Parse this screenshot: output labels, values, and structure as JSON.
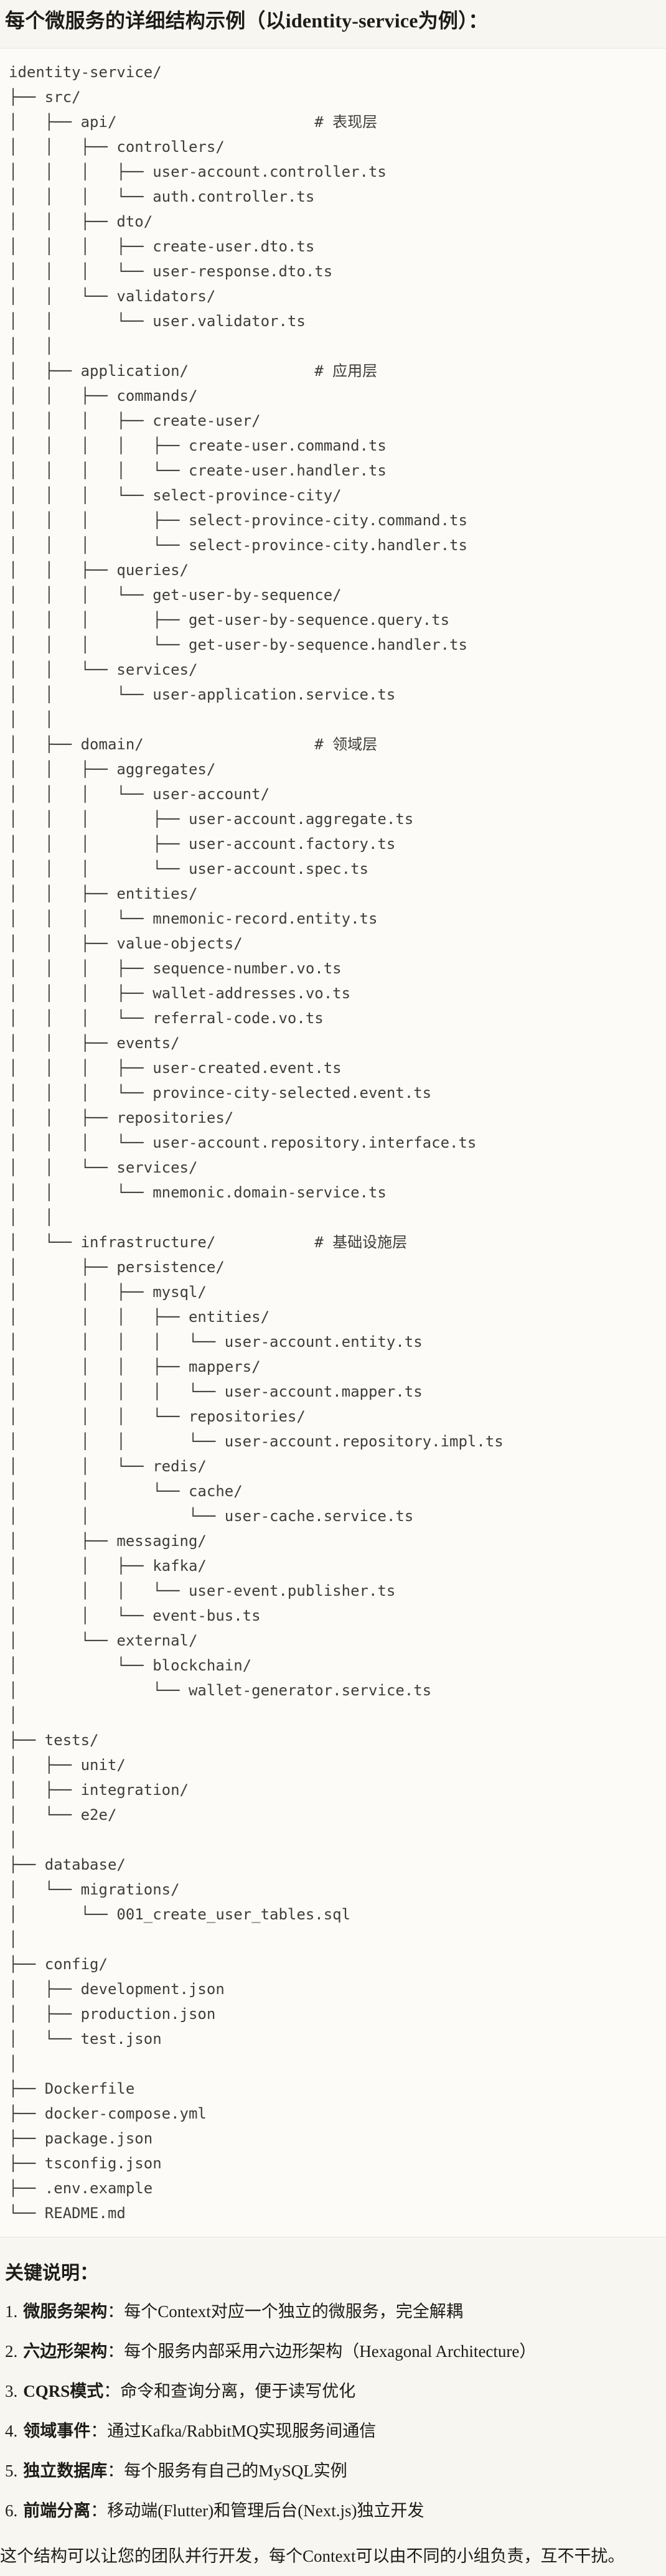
{
  "title": "每个微服务的详细结构示例（以identity-service为例）：",
  "tree": {
    "lines": [
      "identity-service/",
      "├── src/",
      "│   ├── api/                      # 表现层",
      "│   │   ├── controllers/",
      "│   │   │   ├── user-account.controller.ts",
      "│   │   │   └── auth.controller.ts",
      "│   │   ├── dto/",
      "│   │   │   ├── create-user.dto.ts",
      "│   │   │   └── user-response.dto.ts",
      "│   │   └── validators/",
      "│   │       └── user.validator.ts",
      "│   │",
      "│   ├── application/              # 应用层",
      "│   │   ├── commands/",
      "│   │   │   ├── create-user/",
      "│   │   │   │   ├── create-user.command.ts",
      "│   │   │   │   └── create-user.handler.ts",
      "│   │   │   └── select-province-city/",
      "│   │   │       ├── select-province-city.command.ts",
      "│   │   │       └── select-province-city.handler.ts",
      "│   │   ├── queries/",
      "│   │   │   └── get-user-by-sequence/",
      "│   │   │       ├── get-user-by-sequence.query.ts",
      "│   │   │       └── get-user-by-sequence.handler.ts",
      "│   │   └── services/",
      "│   │       └── user-application.service.ts",
      "│   │",
      "│   ├── domain/                   # 领域层",
      "│   │   ├── aggregates/",
      "│   │   │   └── user-account/",
      "│   │   │       ├── user-account.aggregate.ts",
      "│   │   │       ├── user-account.factory.ts",
      "│   │   │       └── user-account.spec.ts",
      "│   │   ├── entities/",
      "│   │   │   └── mnemonic-record.entity.ts",
      "│   │   ├── value-objects/",
      "│   │   │   ├── sequence-number.vo.ts",
      "│   │   │   ├── wallet-addresses.vo.ts",
      "│   │   │   └── referral-code.vo.ts",
      "│   │   ├── events/",
      "│   │   │   ├── user-created.event.ts",
      "│   │   │   └── province-city-selected.event.ts",
      "│   │   ├── repositories/",
      "│   │   │   └── user-account.repository.interface.ts",
      "│   │   └── services/",
      "│   │       └── mnemonic.domain-service.ts",
      "│   │",
      "│   └── infrastructure/           # 基础设施层",
      "│       ├── persistence/",
      "│       │   ├── mysql/",
      "│       │   │   ├── entities/",
      "│       │   │   │   └── user-account.entity.ts",
      "│       │   │   ├── mappers/",
      "│       │   │   │   └── user-account.mapper.ts",
      "│       │   │   └── repositories/",
      "│       │   │       └── user-account.repository.impl.ts",
      "│       │   └── redis/",
      "│       │       └── cache/",
      "│       │           └── user-cache.service.ts",
      "│       ├── messaging/",
      "│       │   ├── kafka/",
      "│       │   │   └── user-event.publisher.ts",
      "│       │   └── event-bus.ts",
      "│       └── external/",
      "│           └── blockchain/",
      "│               └── wallet-generator.service.ts",
      "│",
      "├── tests/",
      "│   ├── unit/",
      "│   ├── integration/",
      "│   └── e2e/",
      "│",
      "├── database/",
      "│   └── migrations/",
      "│       └── 001_create_user_tables.sql",
      "│",
      "├── config/",
      "│   ├── development.json",
      "│   ├── production.json",
      "│   └── test.json",
      "│",
      "├── Dockerfile",
      "├── docker-compose.yml",
      "├── package.json",
      "├── tsconfig.json",
      "├── .env.example",
      "└── README.md"
    ]
  },
  "notes": {
    "heading": "关键说明：",
    "items": [
      {
        "num": "1.",
        "label": "微服务架构",
        "colon": "：",
        "text": "每个Context对应一个独立的微服务，完全解耦"
      },
      {
        "num": "2.",
        "label": "六边形架构",
        "colon": "：",
        "text": "每个服务内部采用六边形架构（Hexagonal Architecture）"
      },
      {
        "num": "3.",
        "label": "CQRS模式",
        "colon": "：",
        "text": "命令和查询分离，便于读写优化"
      },
      {
        "num": "4.",
        "label": "领域事件",
        "colon": "：",
        "text": "通过Kafka/RabbitMQ实现服务间通信"
      },
      {
        "num": "5.",
        "label": "独立数据库",
        "colon": "：",
        "text": "每个服务有自己的MySQL实例"
      },
      {
        "num": "6.",
        "label": "前端分离",
        "colon": "：",
        "text": "移动端(Flutter)和管理后台(Next.js)独立开发"
      }
    ],
    "closing": "这个结构可以让您的团队并行开发，每个Context可以由不同的小组负责，互不干扰。"
  },
  "colors": {
    "page_background": "#f8f6f0",
    "code_background": "#fcfbf7",
    "code_border": "#e8e6de",
    "code_text": "#3e3d3a",
    "body_text": "#1d1c1a"
  }
}
